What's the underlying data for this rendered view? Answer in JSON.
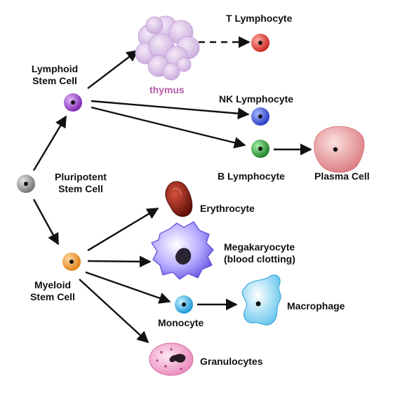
{
  "labels": {
    "pluripotent": [
      "Pluripotent",
      "Stem Cell"
    ],
    "lymphoid": [
      "Lymphoid",
      "Stem Cell"
    ],
    "myeloid": [
      "Myeloid",
      "Stem Cell"
    ],
    "thymus": "thymus",
    "t_lymphocyte": "T Lymphocyte",
    "nk_lymphocyte": "NK Lymphocyte",
    "b_lymphocyte": "B Lymphocyte",
    "plasma_cell": "Plasma Cell",
    "erythrocyte": "Erythrocyte",
    "megakaryocyte": [
      "Megakaryocyte",
      "(blood clotting)"
    ],
    "macrophage": "Macrophage",
    "monocyte": "Monocyte",
    "granulocytes": "Granulocytes"
  },
  "colors": {
    "pluripotent": "#8a8a8a",
    "lymphoid": "#9b3fc9",
    "myeloid": "#f39a2c",
    "t_lymphocyte": "#e23a2e",
    "nk_lymphocyte": "#2f4fd6",
    "b_lymphocyte": "#1f9a2c",
    "monocyte": "#1aa7e6",
    "thymus": "#d9c2e6",
    "plasma_cell": "#e9a1a3",
    "erythrocyte": "#8f1d12",
    "megakaryocyte": "#7a6ae6",
    "macrophage": "#7fd0ef",
    "granulocyte": "#f29ac6",
    "thymus_label": "#b45aa8"
  },
  "icons": [
    "thymus-icon",
    "plasma-cell-icon",
    "erythrocyte-icon",
    "megakaryocyte-icon",
    "macrophage-icon",
    "granulocyte-icon"
  ]
}
